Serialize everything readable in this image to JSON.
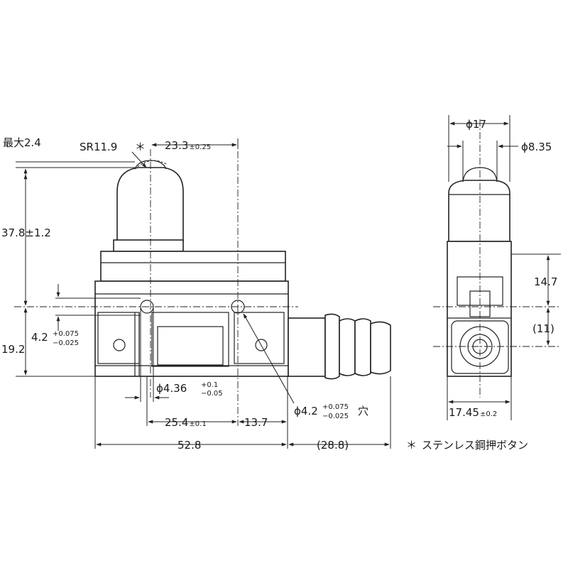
{
  "front_view": {
    "max_travel": "最大2.4",
    "button_radius": "SR11.9",
    "button_radius_mark": "＊",
    "offset_base": "23.3",
    "offset_tol": "±0.25",
    "height": "37.8±1.2",
    "side_height": "19.2",
    "hole_offset_base": "4.2",
    "hole_offset_tol_upper": "+0.075",
    "hole_offset_tol_lower": "−0.025",
    "mount_hole_base": "ϕ4.36",
    "mount_hole_tol_upper": "+0.1",
    "mount_hole_tol_lower": "−0.05",
    "pitch_base": "25.4",
    "pitch_tol": "±0.1",
    "edge_distance": "13.7",
    "through_hole_base": "ϕ4.2",
    "through_hole_tol_upper": "+0.075",
    "through_hole_tol_lower": "−0.025",
    "through_hole_suffix": "穴",
    "overall_width": "52.8",
    "conduit_length": "(28.8)"
  },
  "side_view": {
    "button_outer_dia": "ϕ17",
    "button_inner_dia": "ϕ8.35",
    "upper_height": "14.7",
    "lower_height": "(11)",
    "width_base": "17.45",
    "width_tol": "±0.2"
  },
  "notes": {
    "footnote_mark": "＊",
    "footnote_text": "ステンレス鋼押ボタン"
  }
}
